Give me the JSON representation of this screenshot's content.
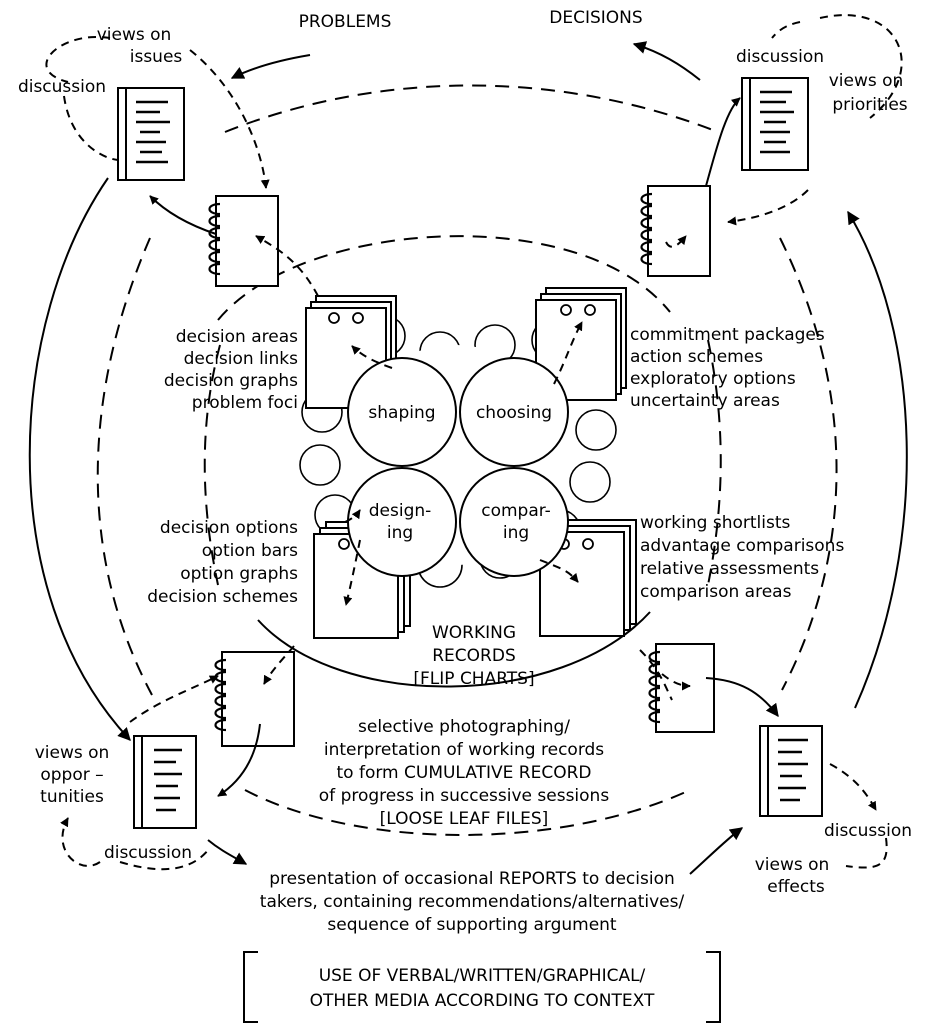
{
  "headers": {
    "problems": "PROBLEMS",
    "decisions": "DECISIONS"
  },
  "circles": {
    "shaping": [
      "shaping"
    ],
    "choosing": [
      "choosing"
    ],
    "designing": [
      "design-",
      "ing"
    ],
    "comparing": [
      "compar-",
      "ing"
    ]
  },
  "labels": {
    "views_on_issues": [
      "views on",
      "issues"
    ],
    "discussion_tl": [
      "discussion"
    ],
    "discussion_tr": [
      "discussion"
    ],
    "views_on_priorities": [
      "views on",
      "priorities"
    ],
    "views_on_opportunities": [
      "views on",
      "oppor –",
      "tunities"
    ],
    "discussion_bl": [
      "discussion"
    ],
    "discussion_br": [
      "discussion"
    ],
    "views_on_effects": [
      "views on",
      "effects"
    ]
  },
  "lists": {
    "shaping": [
      "decision areas",
      "decision links",
      "decision graphs",
      "problem foci"
    ],
    "choosing": [
      "commitment packages",
      "action schemes",
      "exploratory options",
      "uncertainty areas"
    ],
    "designing": [
      "decision options",
      "option bars",
      "option graphs",
      "decision schemes"
    ],
    "comparing": [
      "working shortlists",
      "advantage comparisons",
      "relative assessments",
      "comparison areas"
    ]
  },
  "captions": {
    "working_records": [
      "WORKING",
      "RECORDS",
      "[FLIP CHARTS]"
    ],
    "cumulative_record": [
      "selective photographing/",
      "interpretation of working records",
      "to form CUMULATIVE RECORD",
      "of progress in successive sessions",
      "[LOOSE LEAF FILES]"
    ],
    "reports": [
      "presentation of occasional REPORTS to decision",
      "takers, containing recommendations/alternatives/",
      "sequence of supporting argument"
    ],
    "media": [
      "USE OF VERBAL/WRITTEN/GRAPHICAL/",
      "OTHER MEDIA ACCORDING TO CONTEXT"
    ]
  }
}
